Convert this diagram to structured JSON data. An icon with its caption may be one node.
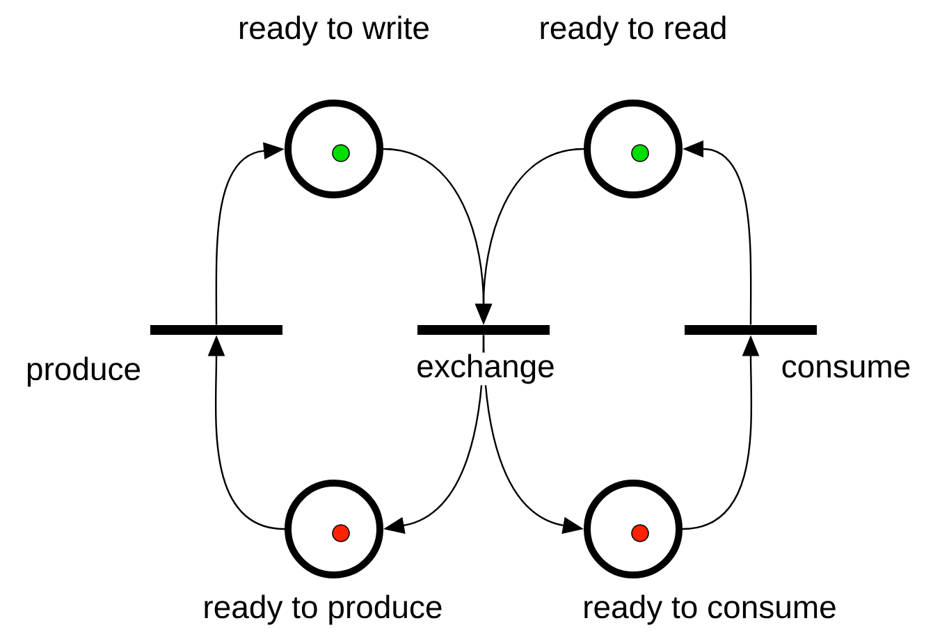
{
  "diagram": {
    "nodes": [
      {
        "text": [],
        "shape": "circle",
        "beside": [
          "ready to write"
        ]
      },
      {
        "text": [],
        "shape": "circle",
        "beside": [
          "ready to read"
        ]
      },
      {
        "text": [],
        "shape": "bar",
        "beside": [
          "produce"
        ]
      },
      {
        "text": [],
        "shape": "bar",
        "beside": [
          "exchange"
        ]
      },
      {
        "text": [],
        "shape": "bar",
        "beside": [
          "consume"
        ]
      },
      {
        "text": [],
        "shape": "circle",
        "beside": [
          "ready to produce"
        ]
      },
      {
        "text": [],
        "shape": "circle",
        "beside": [
          "ready to consume"
        ]
      }
    ],
    "edges": [
      {
        "from": 2,
        "to": 0,
        "arrow": "to"
      },
      {
        "from": 5,
        "to": 2,
        "arrow": "to"
      },
      {
        "from": 0,
        "to": 3,
        "arrow": "to"
      },
      {
        "from": 1,
        "to": 3,
        "arrow": "to"
      },
      {
        "from": 3,
        "to": 5,
        "arrow": "to"
      },
      {
        "from": 3,
        "to": 6,
        "arrow": "to"
      },
      {
        "from": 6,
        "to": 4,
        "arrow": "to"
      },
      {
        "from": 4,
        "to": 1,
        "arrow": "to"
      }
    ]
  }
}
